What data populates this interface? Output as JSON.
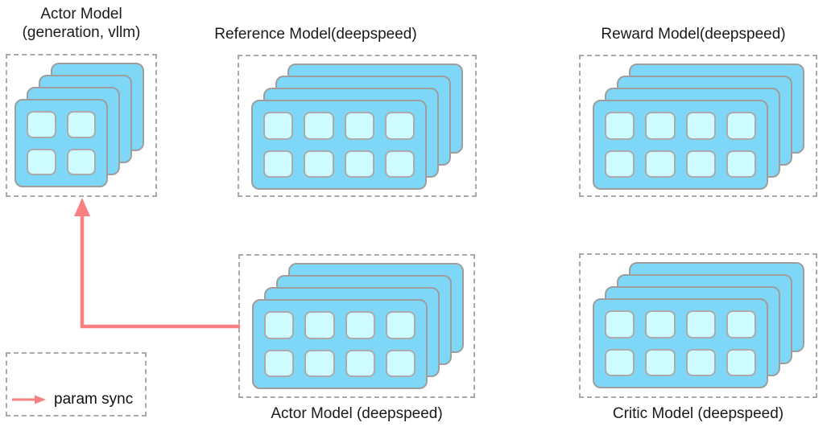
{
  "colors": {
    "card_blue": "#7ed7f7",
    "gpu_cell_cyan": "#cdfbff",
    "card_border_gray": "#9e9e9e",
    "dashed_border_gray": "#a9a9a9",
    "arrow_salmon": "#f98080",
    "text": "#1a1a1a"
  },
  "models": [
    {
      "id": "actor-generation-vllm",
      "title_line1": "Actor Model",
      "title_line2": "(generation, vllm)",
      "label_position": "top",
      "stack_layers": 4,
      "gpu_rows": 2,
      "gpu_cols": 2
    },
    {
      "id": "reference-model",
      "title": "Reference Model(deepspeed)",
      "label_position": "top",
      "stack_layers": 4,
      "gpu_rows": 2,
      "gpu_cols": 4
    },
    {
      "id": "reward-model",
      "title": "Reward Model(deepspeed)",
      "label_position": "top",
      "stack_layers": 4,
      "gpu_rows": 2,
      "gpu_cols": 4
    },
    {
      "id": "actor-model-deepspeed",
      "title": "Actor Model (deepspeed)",
      "label_position": "bottom",
      "stack_layers": 4,
      "gpu_rows": 2,
      "gpu_cols": 4
    },
    {
      "id": "critic-model-deepspeed",
      "title": "Critic Model (deepspeed)",
      "label_position": "bottom",
      "stack_layers": 4,
      "gpu_rows": 2,
      "gpu_cols": 4
    }
  ],
  "param_sync_arrow": {
    "from": "actor-model-deepspeed",
    "to": "actor-generation-vllm"
  },
  "legend": {
    "label": "param sync"
  }
}
